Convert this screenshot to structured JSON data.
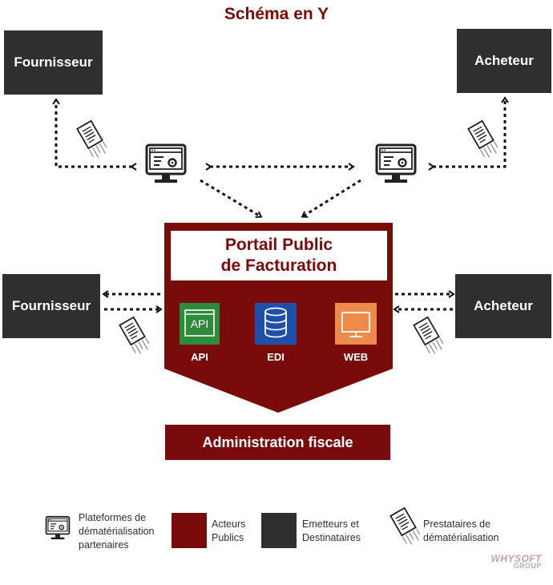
{
  "title": "Schéma en Y",
  "top_left_actor": "Fournisseur",
  "top_right_actor": "Acheteur",
  "mid_left_actor": "Fournisseur",
  "mid_right_actor": "Acheteur",
  "portal": {
    "title_line1": "Portail Public",
    "title_line2": "de Facturation",
    "channels": [
      {
        "label": "API",
        "icon_text": "API",
        "color": "#2e8b3a"
      },
      {
        "label": "EDI",
        "color": "#1f4fa8"
      },
      {
        "label": "WEB",
        "color": "#ef8b4a"
      }
    ],
    "color": "#7a0b0b"
  },
  "admin": "Administration fiscale",
  "legend": {
    "platforms": [
      "Plateformes de",
      "dématérialisation",
      "partenaires"
    ],
    "public_actors": [
      "Acteurs",
      "Publics"
    ],
    "emitters": [
      "Emetteurs et",
      "Destinataires"
    ],
    "providers": [
      "Prestataires de",
      "dématérialisation"
    ]
  },
  "logo": {
    "main": "WHYSOFT",
    "sub": "GROUP"
  },
  "colors": {
    "dark": "#2f2f2f",
    "accent": "#7a0b0b"
  }
}
